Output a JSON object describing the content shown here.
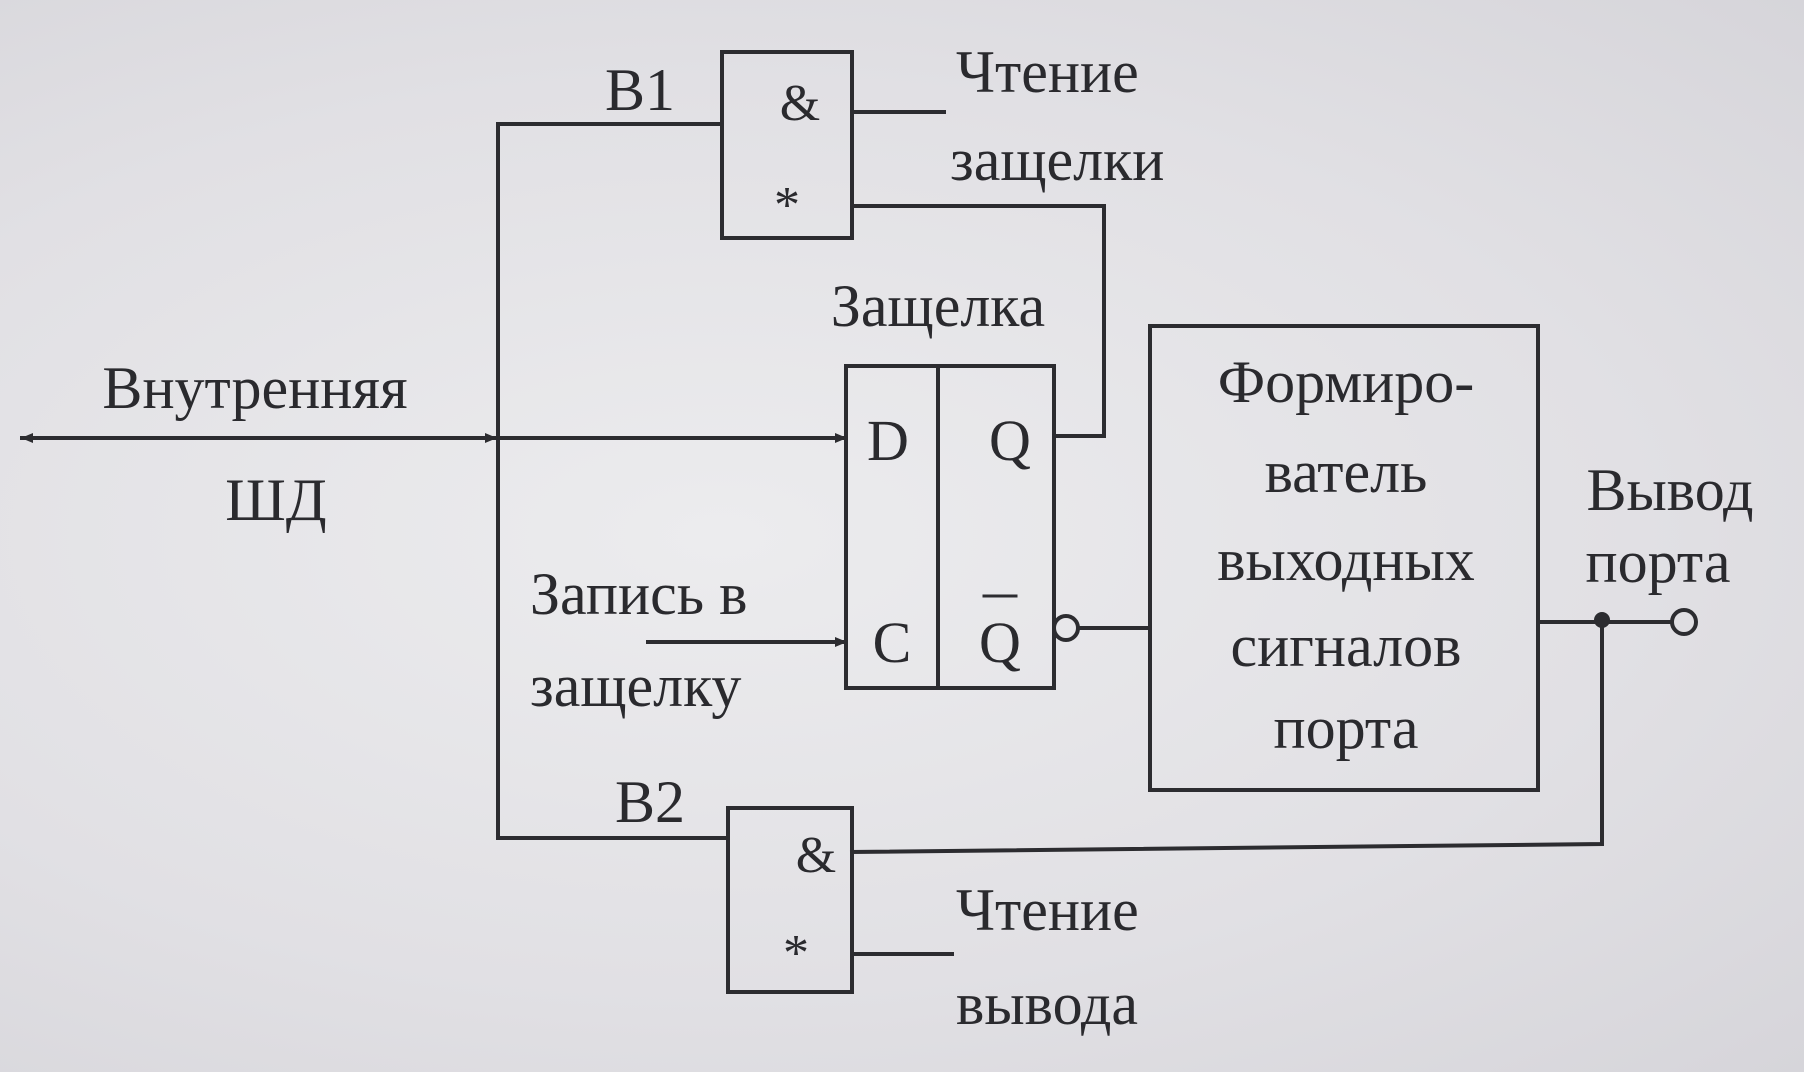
{
  "diagram": {
    "bus_label_line1": "Внутренняя",
    "bus_label_line2": "ШД",
    "gate_b1": {
      "name": "B1",
      "symbol_top": "&",
      "symbol_bottom": "*",
      "control_line1": "Чтение",
      "control_line2": "защелки"
    },
    "gate_b2": {
      "name": "B2",
      "symbol_top": "&",
      "symbol_bottom": "*",
      "control_line1": "Чтение",
      "control_line2": "вывода"
    },
    "latch": {
      "title": "Защелка",
      "pin_d": "D",
      "pin_c": "C",
      "pin_q": "Q",
      "pin_qbar": "Q"
    },
    "write_line1": "Запись в",
    "write_line2": "защелку",
    "driver_lines": [
      "Формиро-",
      "ватель",
      "выходных",
      "сигналов",
      "порта"
    ],
    "output_line1": "Вывод",
    "output_line2": "порта"
  }
}
